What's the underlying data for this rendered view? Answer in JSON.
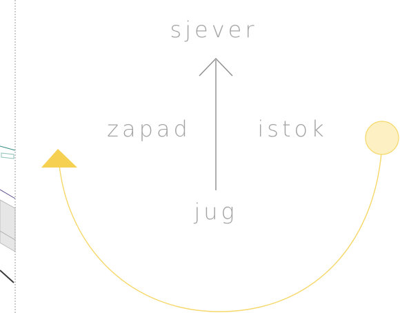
{
  "compass": {
    "north": "sjever",
    "south": "jug",
    "west": "zapad",
    "east": "istok"
  },
  "colors": {
    "label": "#a3a3a3",
    "arrow": "#8c8c8c",
    "sun_path": "#f6d767",
    "sun_fill": "#fdf1c4",
    "sun_stroke": "#f6d767",
    "triangle": "#f6d051",
    "border_dotted": "#9a9a9a",
    "left_strip_gray": "#e6e6e6",
    "left_strip_dark": "#3a3a3a",
    "left_strip_teal": "#2e8b7e",
    "left_strip_purple": "#5a4a8a"
  },
  "icons": {
    "sun": "sun-circle-icon",
    "direction": "direction-triangle-icon",
    "north_arrow": "north-arrow-icon"
  }
}
